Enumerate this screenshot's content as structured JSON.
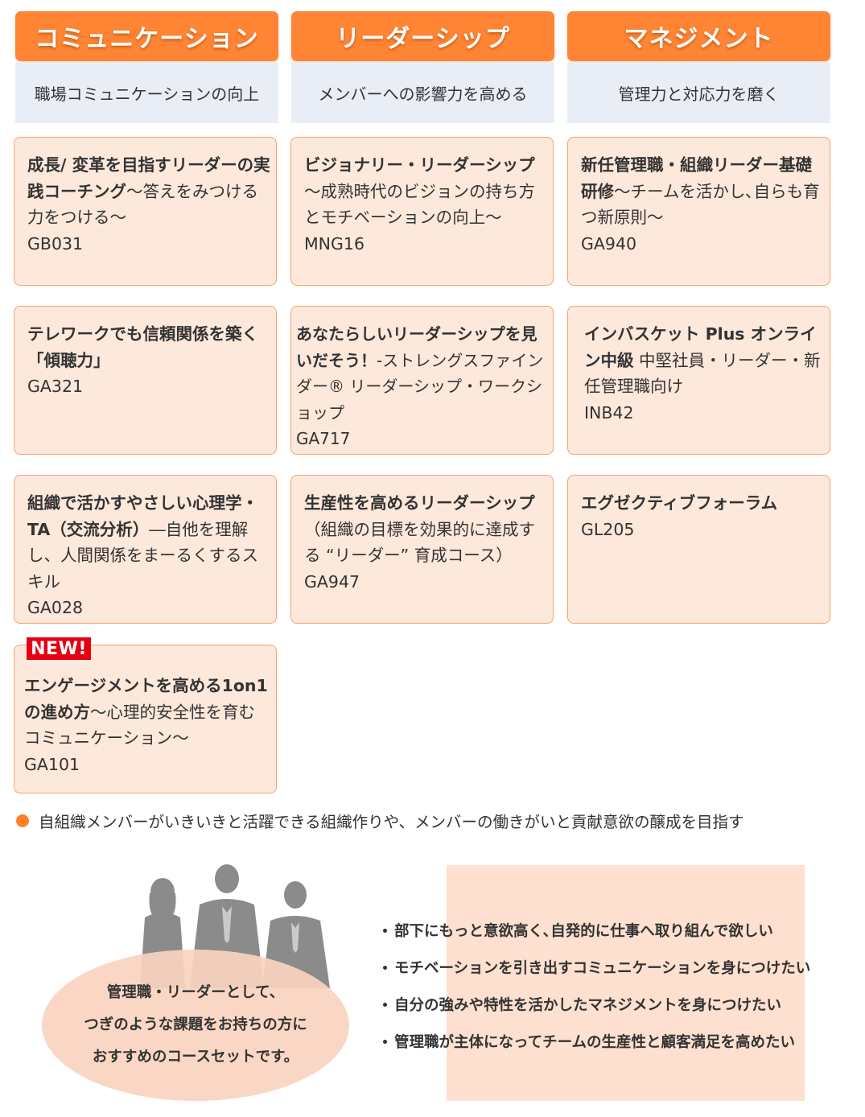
{
  "columns": [
    {
      "title": "コミュニケーション",
      "subtitle": "職場コミュニケーションの向上"
    },
    {
      "title": "リーダーシップ",
      "subtitle": "メンバーへの影響力を高める"
    },
    {
      "title": "マネジメント",
      "subtitle": "管理力と対応力を磨く"
    }
  ],
  "courses": [
    {
      "title": "成長/ 変革を目指すリーダーの実践コーチング",
      "subtitle": "～答えをみつける力をつける～",
      "code": "GB031"
    },
    {
      "title": "ビジョナリー・リーダーシップ",
      "subtitle": "～成熟時代のビジョンの持ち方とモチベーションの向上～",
      "code": "MNG16"
    },
    {
      "title": "新任管理職・組織リーダー基礎研修",
      "subtitle": "～チームを活かし､自らも育つ新原則～",
      "code": "GA940"
    },
    {
      "title": "テレワークでも信頼関係を築く「傾聴力」",
      "subtitle": "",
      "code": "GA321"
    },
    {
      "title": "あなたらしいリーダーシップを見いだそう！",
      "subtitle": "-ストレングスファインダー® リーダーシップ・ワークショップ",
      "code": "GA717"
    },
    {
      "title": "インバスケット Plus オンライン中級",
      "subtitle": "中堅社員・リーダー・新任管理職向け",
      "code": "INB42"
    },
    {
      "title": "組織で活かすやさしい心理学・TA（交流分析）",
      "subtitle": "―自他を理解し、人間関係をまーるくするスキル",
      "code": "GA028"
    },
    {
      "title": "生産性を高めるリーダーシップ",
      "subtitle": "（組織の目標を効果的に達成する “リーダー” 育成コース）",
      "code": "GA947"
    },
    {
      "title": "エグゼクティブフォーラム",
      "subtitle": "",
      "code": "GL205"
    },
    {
      "title": "エンゲージメントを高める1on1の進め方",
      "subtitle": "～心理的安全性を育むコミュニケーション～",
      "code": "GA101",
      "badge": "NEW!"
    }
  ],
  "note": "自組織メンバーがいきいきと活躍できる組織作りや、メンバーの働きがいと貢献意欲の醸成を目指す",
  "recommend": {
    "lines": [
      "管理職・リーダーとして、",
      "つぎのような課題をお持ちの方に",
      "おすすめのコースセットです。"
    ]
  },
  "issues": [
    "部下にもっと意欲高く､自発的に仕事へ取り組んで欲しい",
    "モチベーションを引き出すコミュニケーションを身につけたい",
    "自分の強みや特性を活かしたマネジメントを身につけたい",
    "管理職が主体になってチームの生産性と顧客満足を高めたい"
  ],
  "colors": {
    "accent": "#ff8433",
    "card_bg": "#fde8dc",
    "card_border": "#f7a366",
    "subheader_bg": "#e9eef6",
    "badge": "#e60012"
  }
}
